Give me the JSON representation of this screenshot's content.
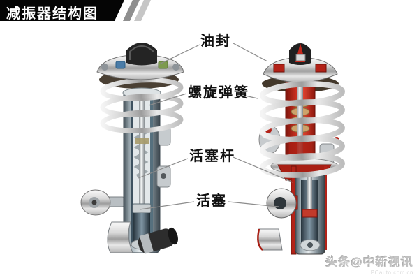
{
  "header": {
    "title": "减振器结构图"
  },
  "diagram": {
    "labels": {
      "oil_seal": "油封",
      "coil_spring": "螺旋弹簧",
      "piston_rod": "活塞杆",
      "piston": "活塞"
    }
  },
  "watermark": {
    "text": "头条@中新视讯",
    "subtext": "PCauto.com.cn"
  },
  "colors": {
    "title_bar": "#050505",
    "stripe_dark": "#8f8f8f",
    "stripe_light": "#c6c6c6",
    "label_text": "#111111",
    "cutaway_red": "#b32218",
    "leader_line": "#8c8c8c",
    "watermark_gray": "#c2c2c2"
  }
}
